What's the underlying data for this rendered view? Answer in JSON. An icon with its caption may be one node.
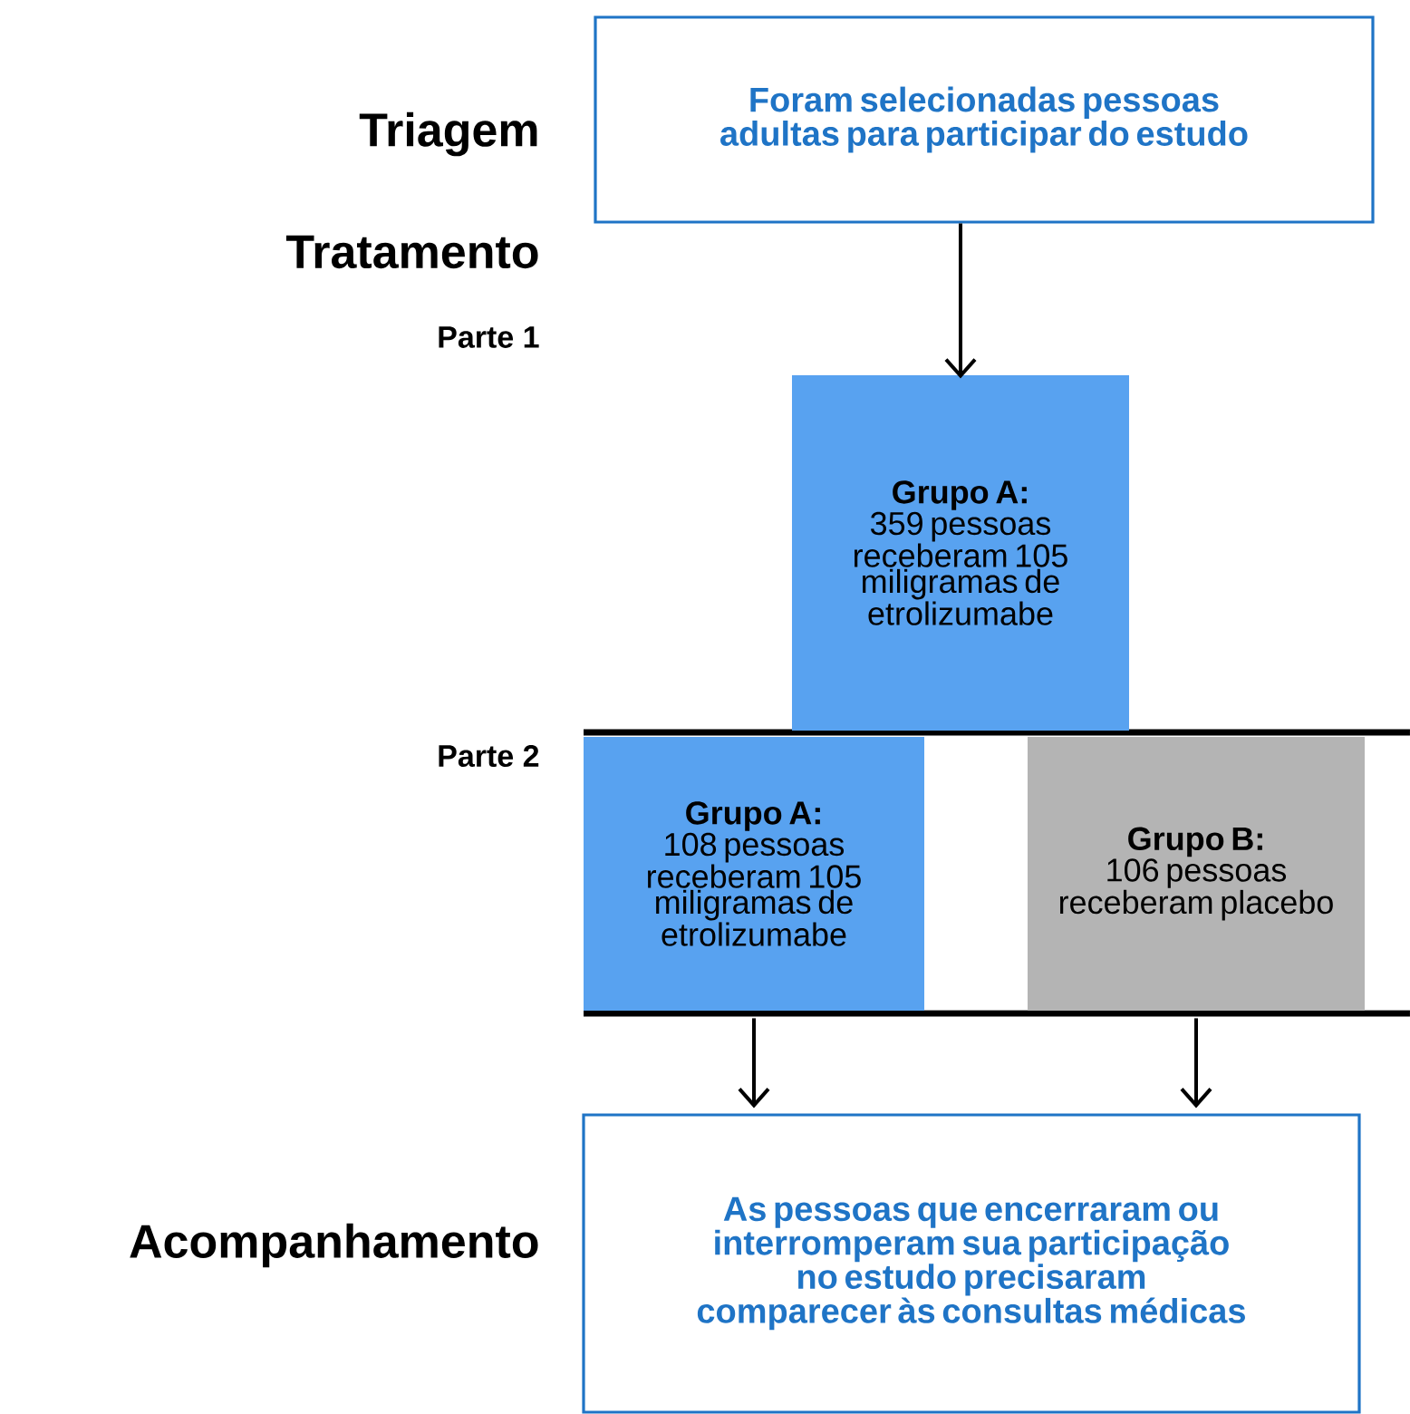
{
  "diagram": {
    "nodes": [
      {
        "text": [
          "Foram selecionadas pessoas adultas para participar do estudo"
        ]
      },
      {
        "text": [
          "Grupo A:",
          "359 pessoas receberam 105 miligramas de etrolizumabe"
        ]
      },
      {
        "text": [
          "Grupo A:",
          "108 pessoas receberam 105 miligramas de etrolizumabe"
        ]
      },
      {
        "text": [
          "Grupo B:",
          "106 pessoas receberam placebo"
        ]
      },
      {
        "text": [
          "As pessoas que encerraram ou interromperam sua participação no estudo precisaram comparecer às consultas médicas"
        ]
      }
    ],
    "edges": [
      {
        "from": 0,
        "to": 1,
        "arrow": "to"
      },
      {
        "from": 2,
        "to": 4,
        "arrow": "to"
      },
      {
        "from": 3,
        "to": 4,
        "arrow": "to"
      }
    ],
    "labels": [
      "Triagem",
      "Tratamento",
      "Parte 1",
      "Parte 2",
      "Acompanhamento"
    ]
  }
}
